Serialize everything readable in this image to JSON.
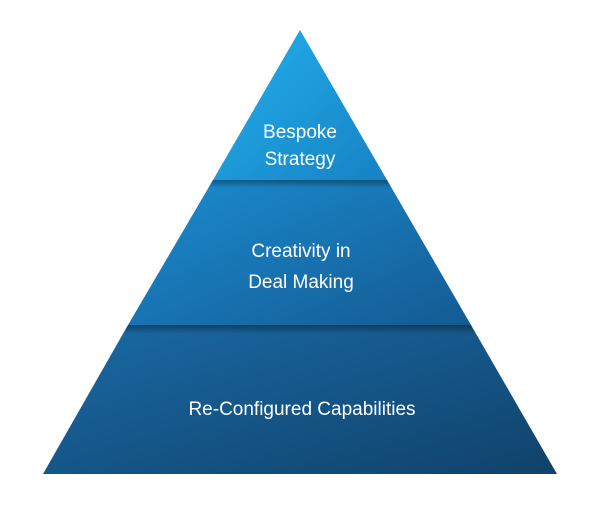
{
  "pyramid": {
    "tiers": [
      {
        "lines": [
          "Bespoke",
          "Strategy"
        ],
        "color_light": "#21a8e6",
        "color_dark": "#1887c8"
      },
      {
        "lines": [
          "Creativity in",
          "Deal Making"
        ],
        "color_light": "#1a86c8",
        "color_dark": "#155e98"
      },
      {
        "lines": [
          "Re-Configured Capabilities"
        ],
        "color_light": "#17629a",
        "color_dark": "#124a72"
      }
    ]
  }
}
